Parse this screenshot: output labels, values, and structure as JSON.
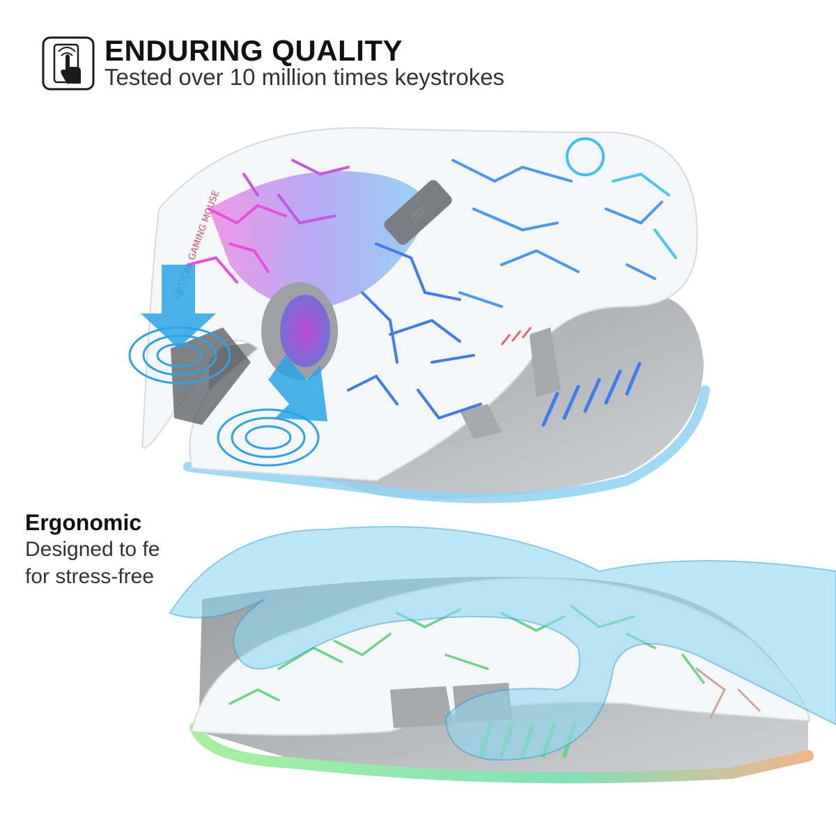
{
  "header": {
    "icon": "touch-press-icon",
    "title": "ENDURING QUALITY",
    "subtitle": "Tested over 10 million times keystrokes"
  },
  "ergonomic": {
    "title": "Ergonomic",
    "line1": "Designed to fe",
    "line2": "for stress-free"
  },
  "mouse_top": {
    "dpi_label": "dpi",
    "side_text": "OPTICAL GAMING MOUSE"
  },
  "colors": {
    "shell": "#f4f6f8",
    "crack_blue": "#3d7cf2",
    "crack_pink": "#e94fd8",
    "crack_green": "#6ad48a",
    "grey_side": "#b8babd",
    "arrow_blue": "#2aa4e6",
    "hand_blue": "#8fd8f2"
  }
}
